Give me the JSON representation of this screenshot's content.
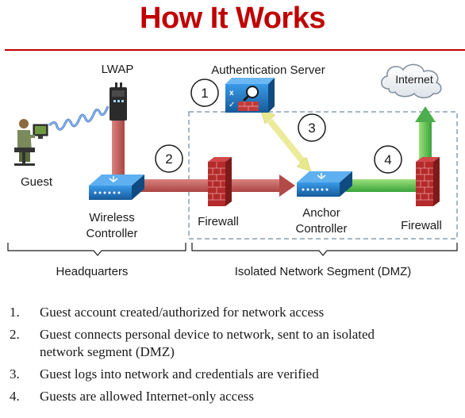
{
  "title": "How It Works",
  "labels": {
    "lwap": "LWAP",
    "auth_server": "Authentication Server",
    "internet": "Internet",
    "guest": "Guest",
    "wireless_controller_line1": "Wireless",
    "wireless_controller_line2": "Controller",
    "firewall_left": "Firewall",
    "anchor_controller_line1": "Anchor",
    "anchor_controller_line2": "Controller",
    "firewall_right": "Firewall",
    "headquarters": "Headquarters",
    "dmz": "Isolated Network Segment (DMZ)"
  },
  "step_badges": [
    "1",
    "2",
    "3",
    "4"
  ],
  "steps": [
    {
      "num": "1.",
      "line1": "Guest account created/authorized for network access",
      "line2": ""
    },
    {
      "num": "2.",
      "line1": "Guest connects personal device to network, sent to an isolated",
      "line2": "network segment (DMZ)"
    },
    {
      "num": "3.",
      "line1": "Guest logs into network and credentials are verified",
      "line2": ""
    },
    {
      "num": "4.",
      "line1": "Guests are allowed Internet-only access",
      "line2": ""
    }
  ],
  "colors": {
    "title": "#c00000",
    "red_path": "#c0504d",
    "yellow_path": "#f2f2a0",
    "green_path": "#5cb85c",
    "device_blue": "#1f78c8",
    "firewall_red": "#b22222"
  }
}
